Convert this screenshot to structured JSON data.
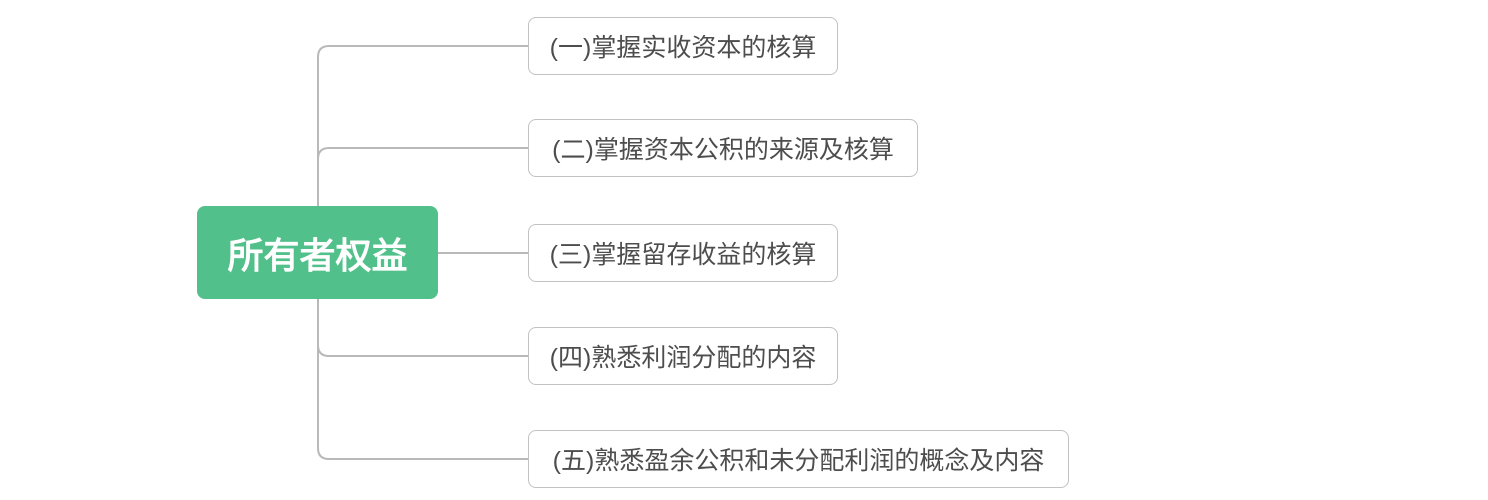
{
  "root": {
    "label": "所有者权益"
  },
  "children": [
    {
      "label": "(一)掌握实收资本的核算"
    },
    {
      "label": "(二)掌握资本公积的来源及核算"
    },
    {
      "label": "(三)掌握留存收益的核算"
    },
    {
      "label": "(四)熟悉利润分配的内容"
    },
    {
      "label": "(五)熟悉盈余公积和未分配利润的概念及内容"
    }
  ],
  "colors": {
    "background": "#ffffff",
    "root_bg": "#52c08b",
    "root_text": "#ffffff",
    "node_border": "#c2c2c2",
    "node_bg": "#ffffff",
    "node_text": "#4d4d4d",
    "line": "#b9b9b9"
  }
}
